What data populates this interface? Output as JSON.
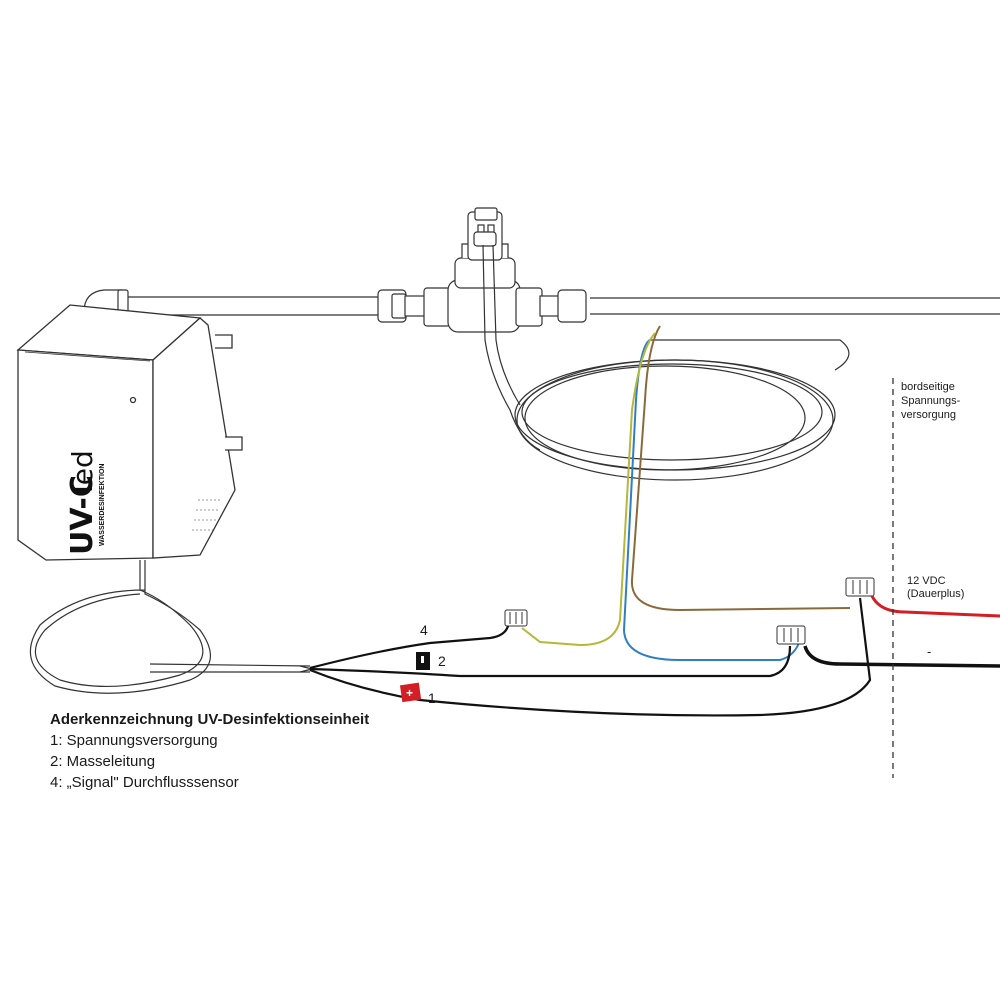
{
  "device": {
    "brand": "UV-C",
    "brand_suffix": "led",
    "subtitle": "WASSERDESINFEKTION"
  },
  "wires": {
    "w4": "4",
    "w2": "2",
    "w1": "1",
    "plus_tag": "+",
    "minus_tag": "-"
  },
  "legend": {
    "title": "Aderkennzeichnung UV-Desinfektionseinheit",
    "items": [
      "1: Spannungsversorgung",
      "2: Masseleitung",
      "4: „Signal\" Durchflusssensor"
    ]
  },
  "supply": {
    "line1": "bordseitige",
    "line2": "Spannungs-",
    "line3": "versorgung"
  },
  "vdc": {
    "line1": "12 VDC",
    "line2": "(Dauerplus)"
  },
  "minus_label": "-",
  "colors": {
    "red_wire": "#d21e24",
    "black_wire": "#111111",
    "blue_wire": "#2f7fc1",
    "brown_wire": "#8a6a3a",
    "yellow_green": "#b5b83a"
  }
}
